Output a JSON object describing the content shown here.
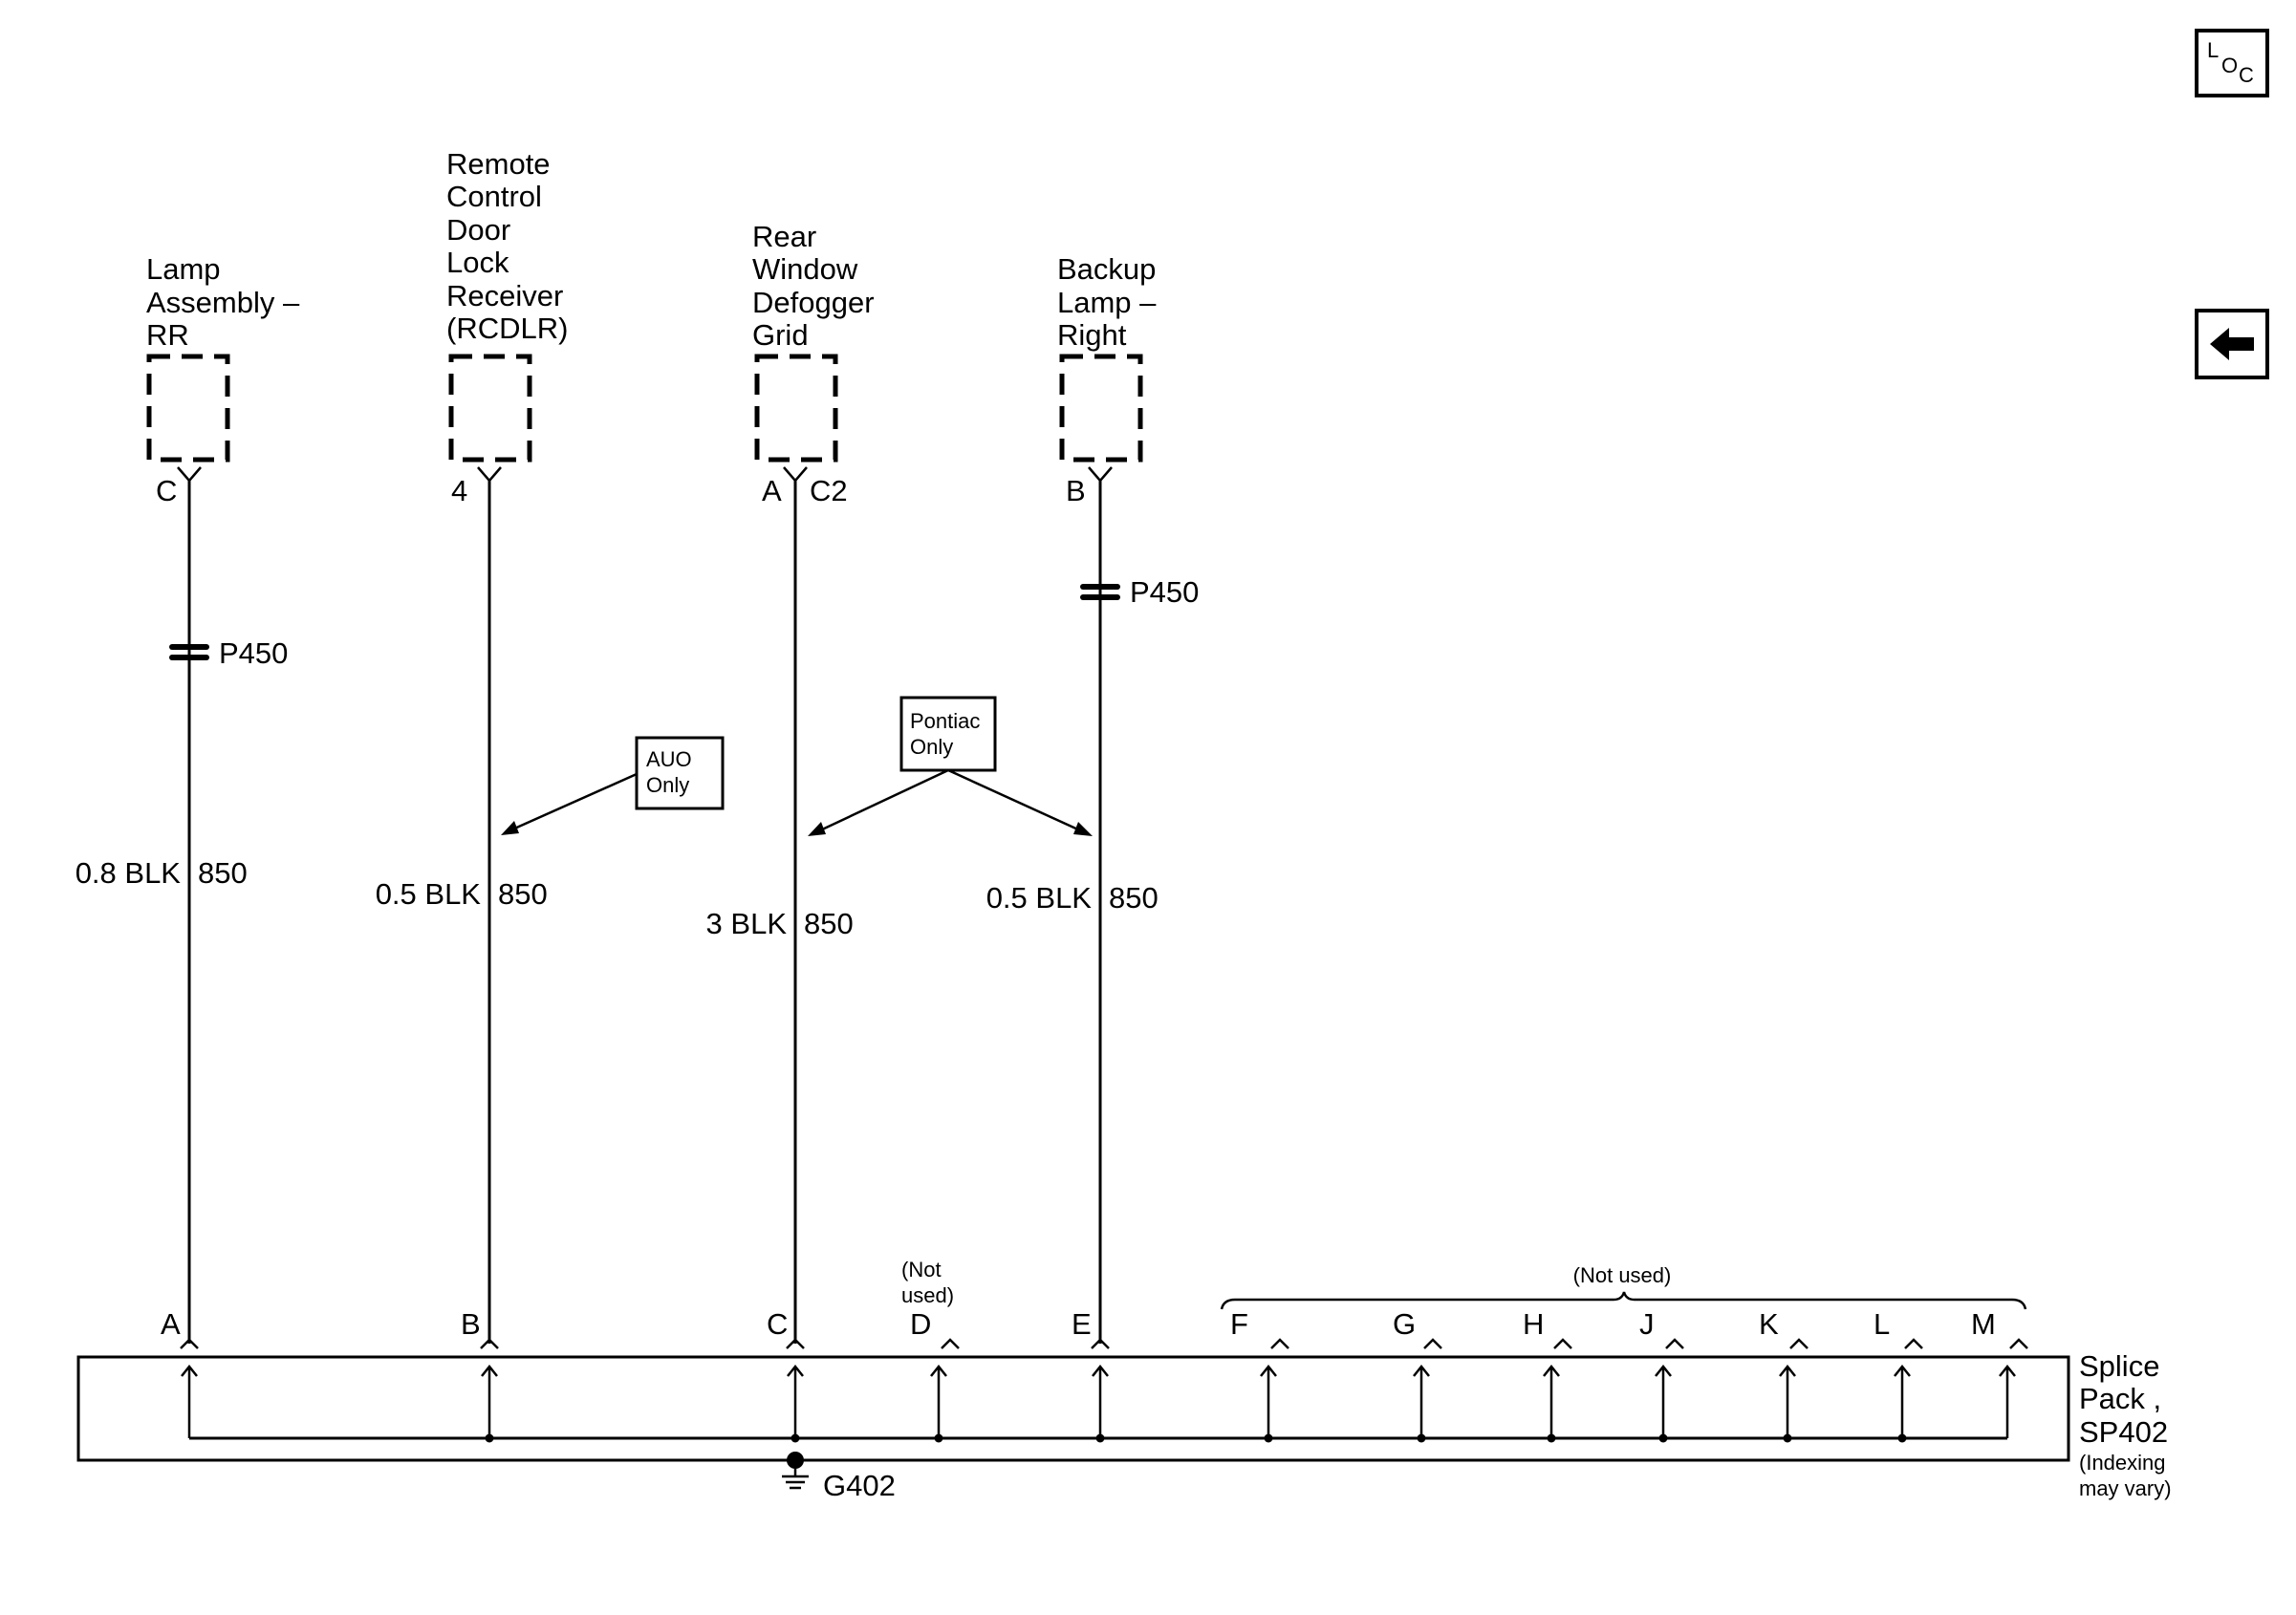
{
  "components": [
    {
      "id": "lamp-assembly-rr",
      "label_lines": [
        "Lamp",
        "Assembly –",
        "RR"
      ],
      "pin": "C",
      "connector": "P450",
      "wire": "0.8 BLK",
      "circuit": "850",
      "splice_pin": "A"
    },
    {
      "id": "rcdlr",
      "label_lines": [
        "Remote",
        "Control",
        "Door",
        "Lock",
        "Receiver",
        "(RCDLR)"
      ],
      "pin": "4",
      "connector": "",
      "wire": "0.5 BLK",
      "circuit": "850",
      "splice_pin": "B"
    },
    {
      "id": "rear-window-defogger-grid",
      "label_lines": [
        "Rear",
        "Window",
        "Defogger",
        "Grid"
      ],
      "pin": "A",
      "pin_connector": "C2",
      "connector": "",
      "wire": "3 BLK",
      "circuit": "850",
      "splice_pin": "C"
    },
    {
      "id": "backup-lamp-right",
      "label_lines": [
        "Backup",
        "Lamp –",
        "Right"
      ],
      "pin": "B",
      "connector": "P450",
      "wire": "0.5 BLK",
      "circuit": "850",
      "splice_pin": "E"
    }
  ],
  "option_notes": {
    "auo": [
      "AUO",
      "Only"
    ],
    "pontiac": [
      "Pontiac",
      "Only"
    ]
  },
  "splice": {
    "label_lines": [
      "Splice",
      "Pack ,",
      "SP402"
    ],
    "note_lines": [
      "(Indexing",
      "may vary)"
    ],
    "pins": [
      "A",
      "B",
      "C",
      "D",
      "E",
      "F",
      "G",
      "H",
      "J",
      "K",
      "L",
      "M"
    ],
    "not_used_d": [
      "(Not",
      "used)"
    ],
    "not_used_group": "(Not used)"
  },
  "ground": "G402",
  "nav": {
    "loc_letters": [
      "L",
      "O",
      "C"
    ],
    "back_icon": "arrow-left-icon"
  }
}
